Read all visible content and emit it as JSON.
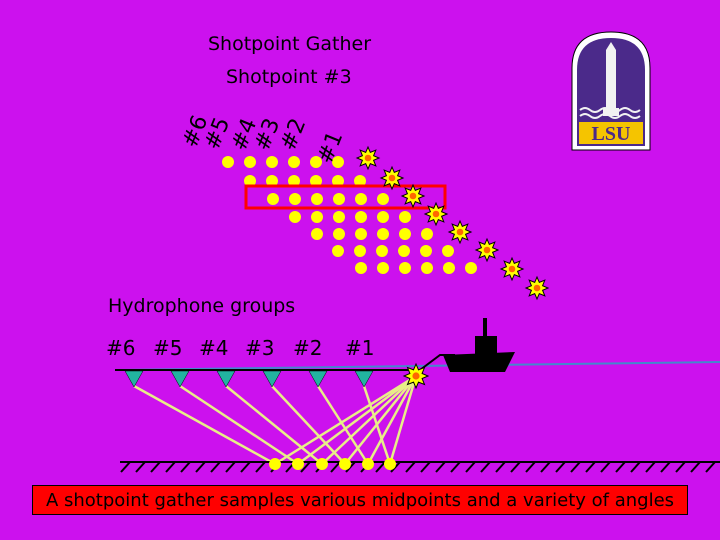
{
  "title": "Shotpoint Gather",
  "subtitle": "Shotpoint #3",
  "rotated_labels": [
    "#6",
    "#5",
    "#4",
    "#3",
    "#2",
    "#1"
  ],
  "hydrophone_heading": "Hydrophone groups",
  "group_labels": [
    "#6",
    "#5",
    "#4",
    "#3",
    "#2",
    "#1"
  ],
  "caption": "A shotpoint gather samples various midpoints and a variety of angles",
  "logo_text": "LSU",
  "colors": {
    "background": "#cc11ee",
    "dots": "#ffff00",
    "caption_box": "#ff0000",
    "hydrophones": "#22b3a0",
    "rays": "#e8ee88",
    "ship": "#000000",
    "sea_line": "#4488cc"
  }
}
